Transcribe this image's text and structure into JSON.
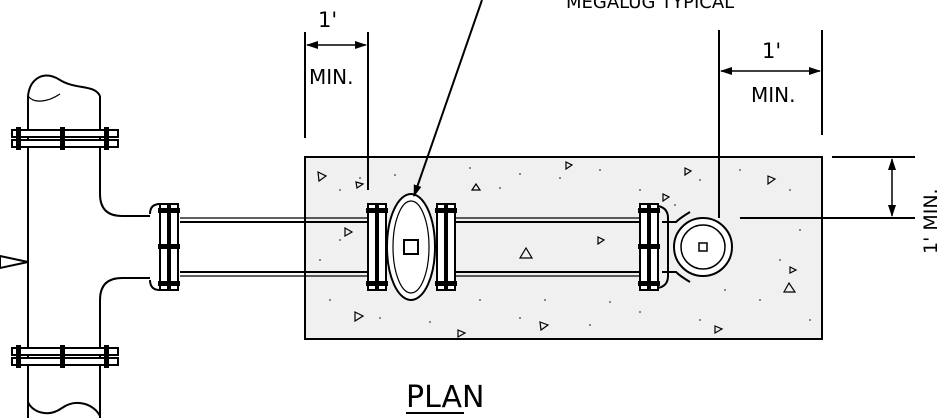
{
  "labels": {
    "megalug": "MEGALUG TYPICAL",
    "dim_left_value": "1'",
    "dim_left_min": "MIN.",
    "dim_right_value": "1'",
    "dim_right_min": "MIN.",
    "dim_vertical": "1' MIN.",
    "plan_title": "PLAN"
  }
}
